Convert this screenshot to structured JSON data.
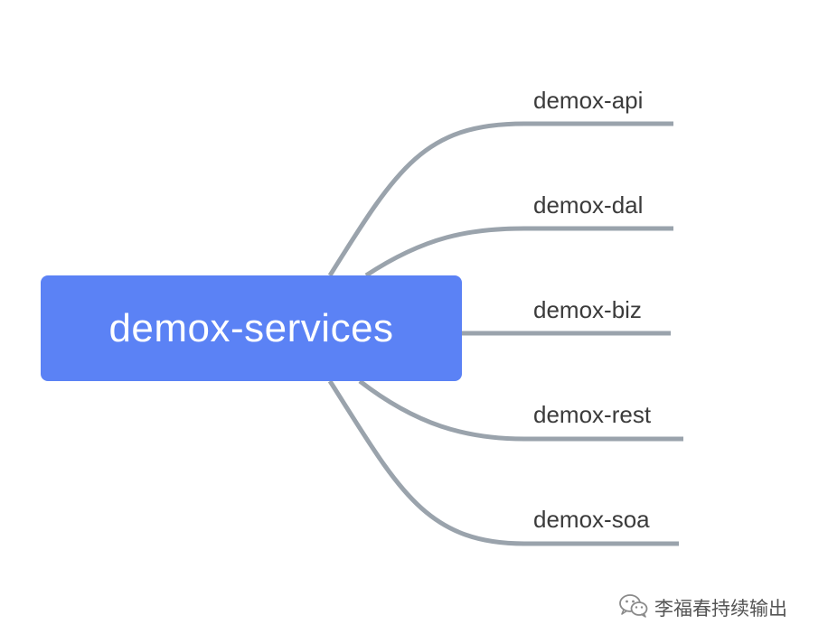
{
  "colors": {
    "root_fill": "#5b82f5",
    "connector": "#9aa3ac",
    "branch_text": "#3b3b3b",
    "root_text": "#ffffff"
  },
  "root": {
    "label": "demox-services"
  },
  "branches": [
    {
      "label": "demox-api"
    },
    {
      "label": "demox-dal"
    },
    {
      "label": "demox-biz"
    },
    {
      "label": "demox-rest"
    },
    {
      "label": "demox-soa"
    }
  ],
  "watermark": {
    "icon": "wechat-icon",
    "text": "李福春持续输出"
  }
}
